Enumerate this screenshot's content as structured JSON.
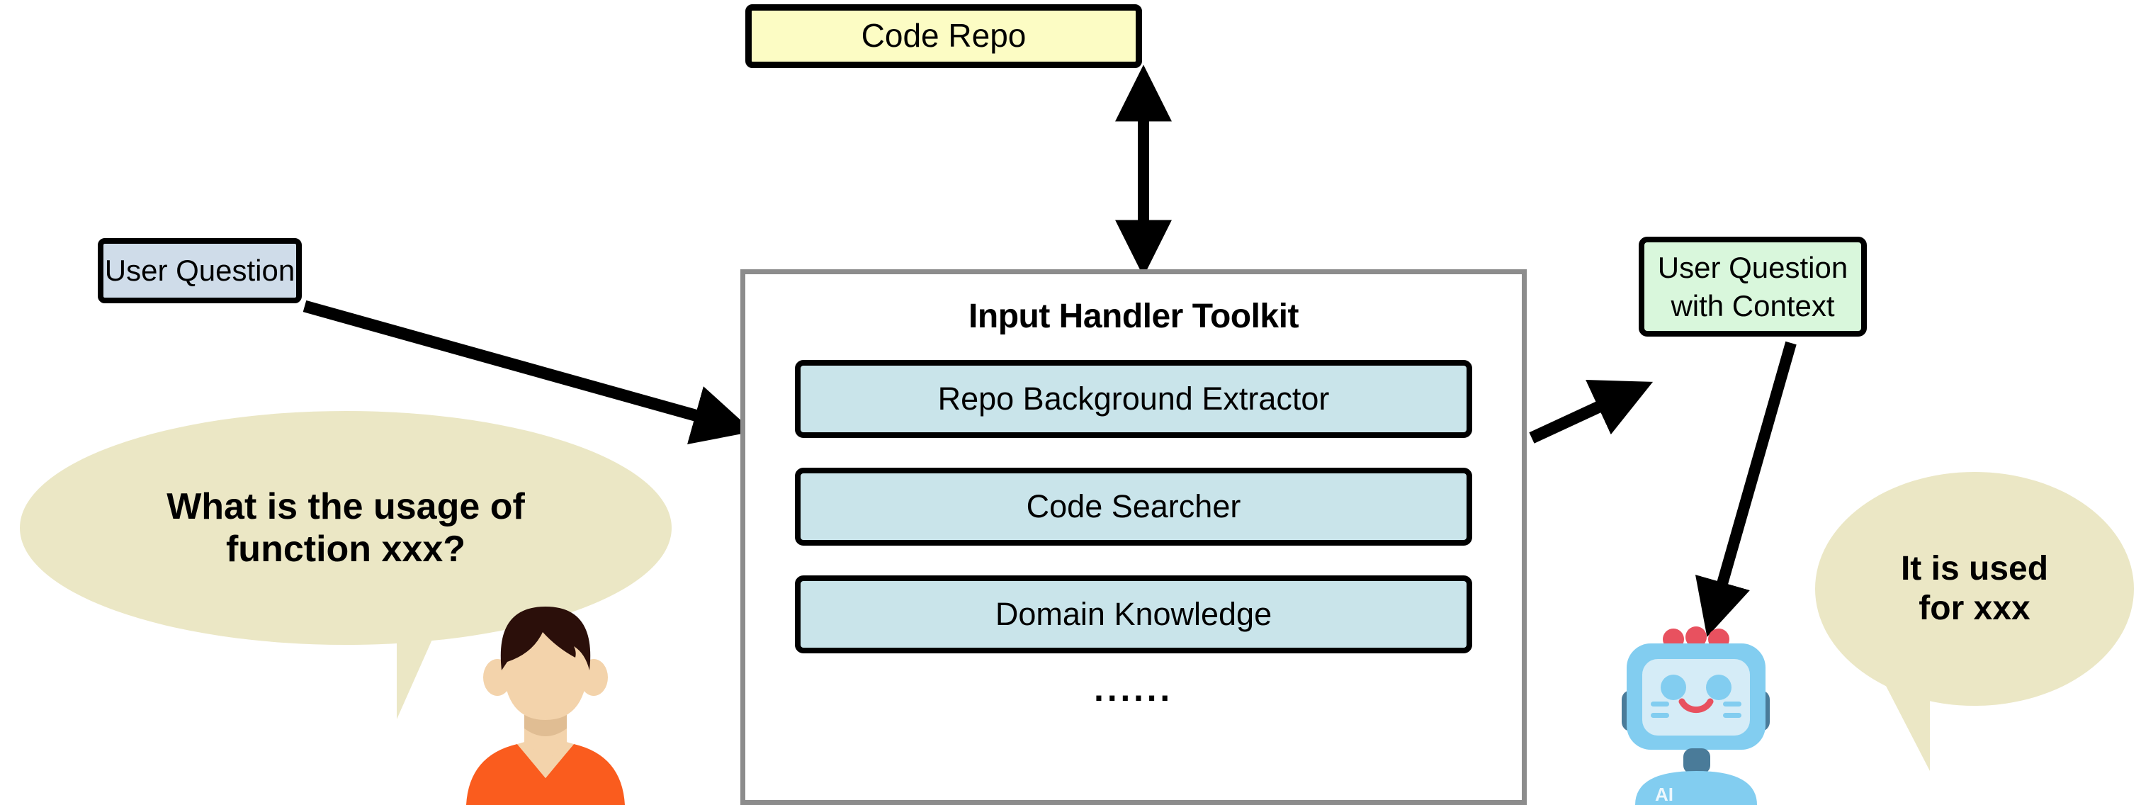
{
  "diagram": {
    "title": "Input Handler Toolkit pipeline",
    "colors": {
      "code_repo_fill": "#fcfcc4",
      "user_question_fill": "#cfdce9",
      "context_fill": "#d9f7dc",
      "tool_fill": "#c9e4ea",
      "bubble_fill": "#ebe7c5",
      "panel_border": "#8c8c8c",
      "stroke": "#000000",
      "shirt": "#fa5c1e",
      "hair": "#2b0f0a",
      "skin": "#f3d3ab",
      "robot_body": "#82cdf0",
      "robot_screen": "#d5ecf7",
      "robot_accent": "#e8515f",
      "robot_dark": "#4a7b99"
    }
  },
  "code_repo": {
    "label": "Code Repo"
  },
  "user_question": {
    "label": "User Question"
  },
  "user_question_context": {
    "line1": "User Question",
    "line2": "with Context"
  },
  "toolkit": {
    "title": "Input Handler Toolkit",
    "tools": [
      {
        "label": "Repo Background Extractor"
      },
      {
        "label": "Code Searcher"
      },
      {
        "label": "Domain Knowledge"
      }
    ],
    "ellipsis": "······"
  },
  "bubbles": {
    "user": {
      "line1": "What is the usage of",
      "line2": "function xxx?"
    },
    "bot": {
      "line1": "It is used",
      "line2": "for xxx"
    }
  },
  "avatars": {
    "user": {
      "name": "user-avatar"
    },
    "bot": {
      "name": "ai-robot-avatar",
      "badge": "AI"
    }
  },
  "arrows": [
    {
      "name": "arrow-code-repo-toolkit",
      "direction": "bidirectional",
      "from": "code-repo",
      "to": "toolkit"
    },
    {
      "name": "arrow-user-question-toolkit",
      "direction": "forward",
      "from": "user-question",
      "to": "toolkit"
    },
    {
      "name": "arrow-toolkit-context",
      "direction": "forward",
      "from": "toolkit",
      "to": "user-question-context"
    },
    {
      "name": "arrow-context-robot",
      "direction": "forward",
      "from": "user-question-context",
      "to": "ai-robot-avatar"
    }
  ]
}
